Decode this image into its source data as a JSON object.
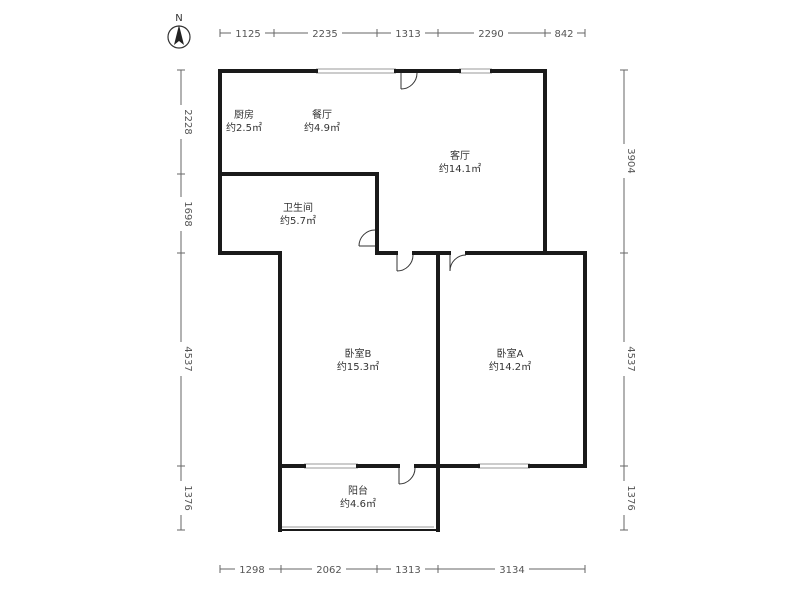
{
  "compass": {
    "label": "N",
    "icon": "north-arrow-icon"
  },
  "dimensions": {
    "top": [
      "1125",
      "2235",
      "1313",
      "2290",
      "842"
    ],
    "bottom": [
      "1298",
      "2062",
      "1313",
      "3134"
    ],
    "left": [
      "2228",
      "1698",
      "4537",
      "1376"
    ],
    "right": [
      "3904",
      "4537",
      "1376"
    ]
  },
  "rooms": {
    "kitchen": {
      "name": "厨房",
      "area": "约2.5㎡"
    },
    "dining": {
      "name": "餐厅",
      "area": "约4.9㎡"
    },
    "living": {
      "name": "客厅",
      "area": "约14.1㎡"
    },
    "bathroom": {
      "name": "卫生间",
      "area": "约5.7㎡"
    },
    "bedroom_b": {
      "name": "卧室B",
      "area": "约15.3㎡"
    },
    "bedroom_a": {
      "name": "卧室A",
      "area": "约14.2㎡"
    },
    "balcony": {
      "name": "阳台",
      "area": "约4.6㎡"
    }
  },
  "colors": {
    "wall": "#1a1a1a",
    "dimension_line": "#666666",
    "window": "#9a9a9a"
  }
}
